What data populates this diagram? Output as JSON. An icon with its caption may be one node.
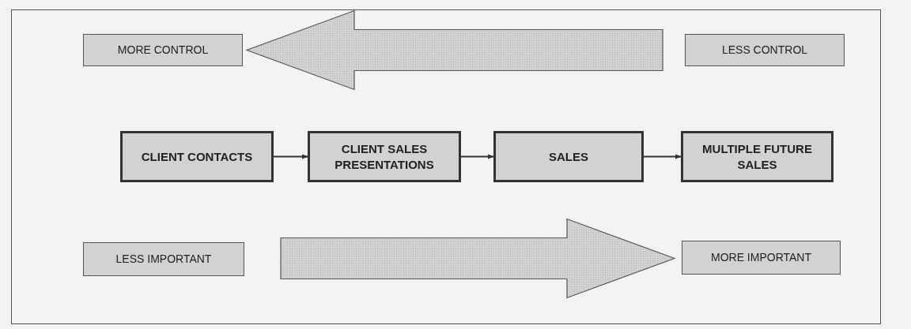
{
  "diagram": {
    "nodes": [
      {
        "text": [
          "MORE CONTROL"
        ]
      },
      {
        "text": [
          "LESS CONTROL"
        ]
      },
      {
        "text": [
          "CLIENT CONTACTS"
        ]
      },
      {
        "text": [
          "CLIENT SALES PRESENTATIONS"
        ]
      },
      {
        "text": [
          "SALES"
        ]
      },
      {
        "text": [
          "MULTIPLE FUTURE SALES"
        ]
      },
      {
        "text": [
          "LESS IMPORTANT"
        ]
      },
      {
        "text": [
          "MORE IMPORTANT"
        ]
      }
    ],
    "edges": [
      {
        "from": 1,
        "to": 0,
        "arrow": "to",
        "style": "thick"
      },
      {
        "from": 2,
        "to": 3,
        "arrow": "to"
      },
      {
        "from": 3,
        "to": 4,
        "arrow": "to"
      },
      {
        "from": 4,
        "to": 5,
        "arrow": "to"
      },
      {
        "from": 6,
        "to": 7,
        "arrow": "to",
        "style": "thick"
      }
    ]
  }
}
